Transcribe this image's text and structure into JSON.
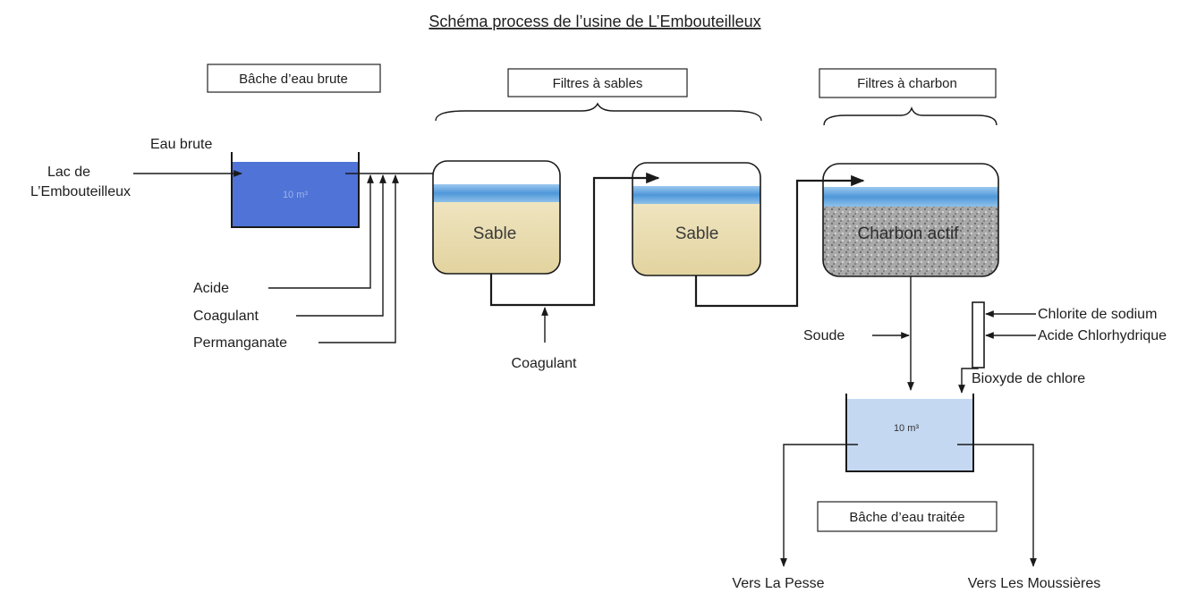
{
  "title": "Schéma process de l’usine de L’Embouteilleux",
  "sections": {
    "raw_tank": "Bâche d’eau brute",
    "sand_filters": "Filtres à sables",
    "carbon_filters": "Filtres à charbon",
    "treated_tank": "Bâche d’eau traitée"
  },
  "source": {
    "line1": "Lac de",
    "line2": "L’Embouteilleux"
  },
  "raw_water": "Eau brute",
  "raw_volume": "10 m³",
  "treated_volume": "10 m³",
  "inputs": {
    "acid": "Acide",
    "coagulant": "Coagulant",
    "permanganate": "Permanganate"
  },
  "sand1": "Sable",
  "sand2": "Sable",
  "carbon": "Charbon actif",
  "coagulant_mid": "Coagulant",
  "soude": "Soude",
  "chlorite": "Chlorite de sodium",
  "hcl": "Acide Chlorhydrique",
  "chlorine_dioxide": "Bioxyde de chlore",
  "outputs": {
    "pesse": "Vers La Pesse",
    "moussieres": "Vers Les Moussières"
  },
  "colors": {
    "raw_water": "#4f73d6",
    "water_layer": "#5aa5dc",
    "sand": "#e8dcae",
    "carbon": "#a7a7a7",
    "treated_water": "#c5d8f2"
  }
}
